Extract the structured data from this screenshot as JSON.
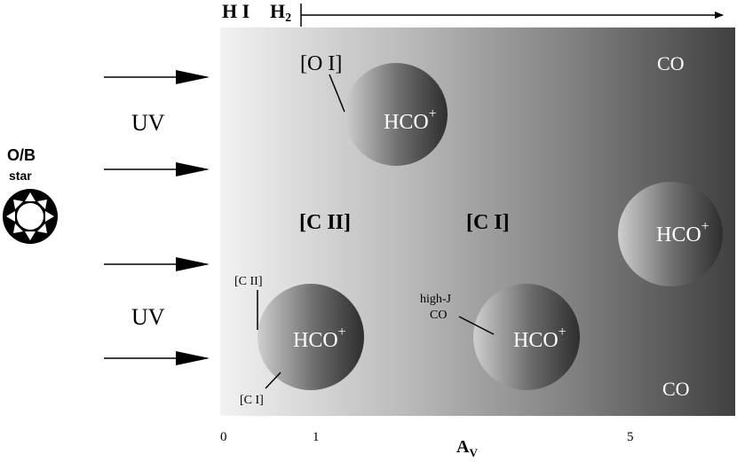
{
  "top_labels": {
    "hi": "H I",
    "h2": "H",
    "h2_sub": "2"
  },
  "star": {
    "name": "O/B",
    "sub": "star",
    "icon": "star-icon"
  },
  "uv_labels": [
    "UV",
    "UV"
  ],
  "region_labels": {
    "oi": "[O I]",
    "cii": "[C II]",
    "ci": "[C I]",
    "co_top": "CO",
    "co_bottom": "CO"
  },
  "clumps": [
    {
      "label": "HCO",
      "sup": "+"
    },
    {
      "label": "HCO",
      "sup": "+"
    },
    {
      "label": "HCO",
      "sup": "+"
    },
    {
      "label": "HCO",
      "sup": "+"
    }
  ],
  "clump_annotations": {
    "cii_small": "[C II]",
    "ci_small": "[C I]",
    "highj_line1": "high-J",
    "highj_line2": "CO"
  },
  "axis": {
    "title": "A",
    "title_sub": "V",
    "ticks": [
      "0",
      "1",
      "5"
    ]
  },
  "colors": {
    "gradient_start": "#f2f2f2",
    "gradient_end": "#404040",
    "clump_light": "#d0d0d0",
    "clump_dark": "#333333"
  }
}
